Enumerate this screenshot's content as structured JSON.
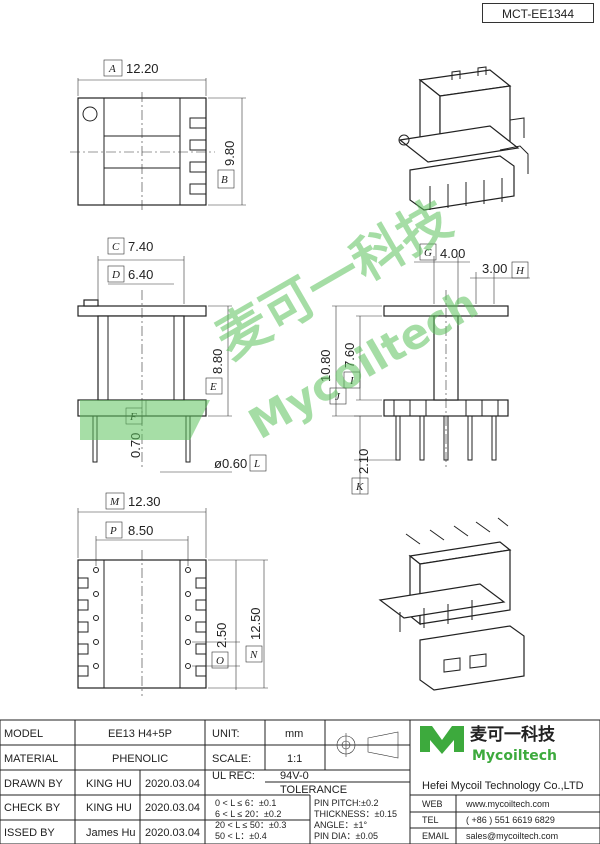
{
  "drawing_no": "MCT-EE1344",
  "dimensions": {
    "A": {
      "label": "A",
      "value": "12.20"
    },
    "B": {
      "label": "B",
      "value": "9.80"
    },
    "C": {
      "label": "C",
      "value": "7.40"
    },
    "D": {
      "label": "D",
      "value": "6.40"
    },
    "E": {
      "label": "E",
      "value": "8.80"
    },
    "F": {
      "label": "F",
      "value": "0.70"
    },
    "L": {
      "label": "L",
      "value": "ø0.60"
    },
    "G": {
      "label": "G",
      "value": "4.00"
    },
    "H": {
      "label": "H",
      "value": "3.00"
    },
    "I": {
      "label": "I",
      "value": "7.60"
    },
    "J": {
      "label": "J",
      "value": "10.80"
    },
    "K": {
      "label": "K",
      "value": "2.10"
    },
    "M": {
      "label": "M",
      "value": "12.30"
    },
    "P": {
      "label": "P",
      "value": "8.50"
    },
    "O": {
      "label": "O",
      "value": "2.50"
    },
    "N": {
      "label": "N",
      "value": "12.50"
    }
  },
  "watermark": {
    "cn": "麦可一科技",
    "en": "Mycoiltech"
  },
  "title_block": {
    "model_label": "MODEL",
    "model_value": "EE13 H4+5P",
    "material_label": "MATERIAL",
    "material_value": "PHENOLIC",
    "drawn_label": "DRAWN BY",
    "drawn_name": "KING HU",
    "drawn_date": "2020.03.04",
    "check_label": "CHECK BY",
    "check_name": "KING HU",
    "check_date": "2020.03.04",
    "issued_label": "ISSED BY",
    "issued_name": "James Hu",
    "issued_date": "2020.03.04",
    "unit_label": "UNIT:",
    "unit_value": "mm",
    "scale_label": "SCALE:",
    "scale_value": "1:1",
    "ul_label": "UL REC:",
    "ul_value": "94V-0",
    "tolerance_title": "TOLERANCE",
    "tol1": "0 < L ≤ 6：±0.1",
    "tol2": "6 < L ≤ 20：±0.2",
    "tol3": "20 < L ≤ 50：±0.3",
    "tol4": "50 < L：±0.4",
    "tol5": "PIN PITCH:±0.2",
    "tol6": "THICKNESS：±0.15",
    "tol7": "ANGLE：±1°",
    "tol8": "PIN DIA：±0.05",
    "logo_cn": "麦可一科技",
    "logo_en": "Mycoiltech",
    "company": "Hefei Mycoil Technology Co.,LTD",
    "web_label": "WEB",
    "web_value": "www.mycoiltech.com",
    "tel_label": "TEL",
    "tel_value": "( +86 ) 551 6619 6829",
    "email_label": "EMAIL",
    "email_value": "sales@mycoiltech.com"
  },
  "colors": {
    "logo_green": "#3daa3d",
    "watermark_green": "#5cc25c"
  }
}
